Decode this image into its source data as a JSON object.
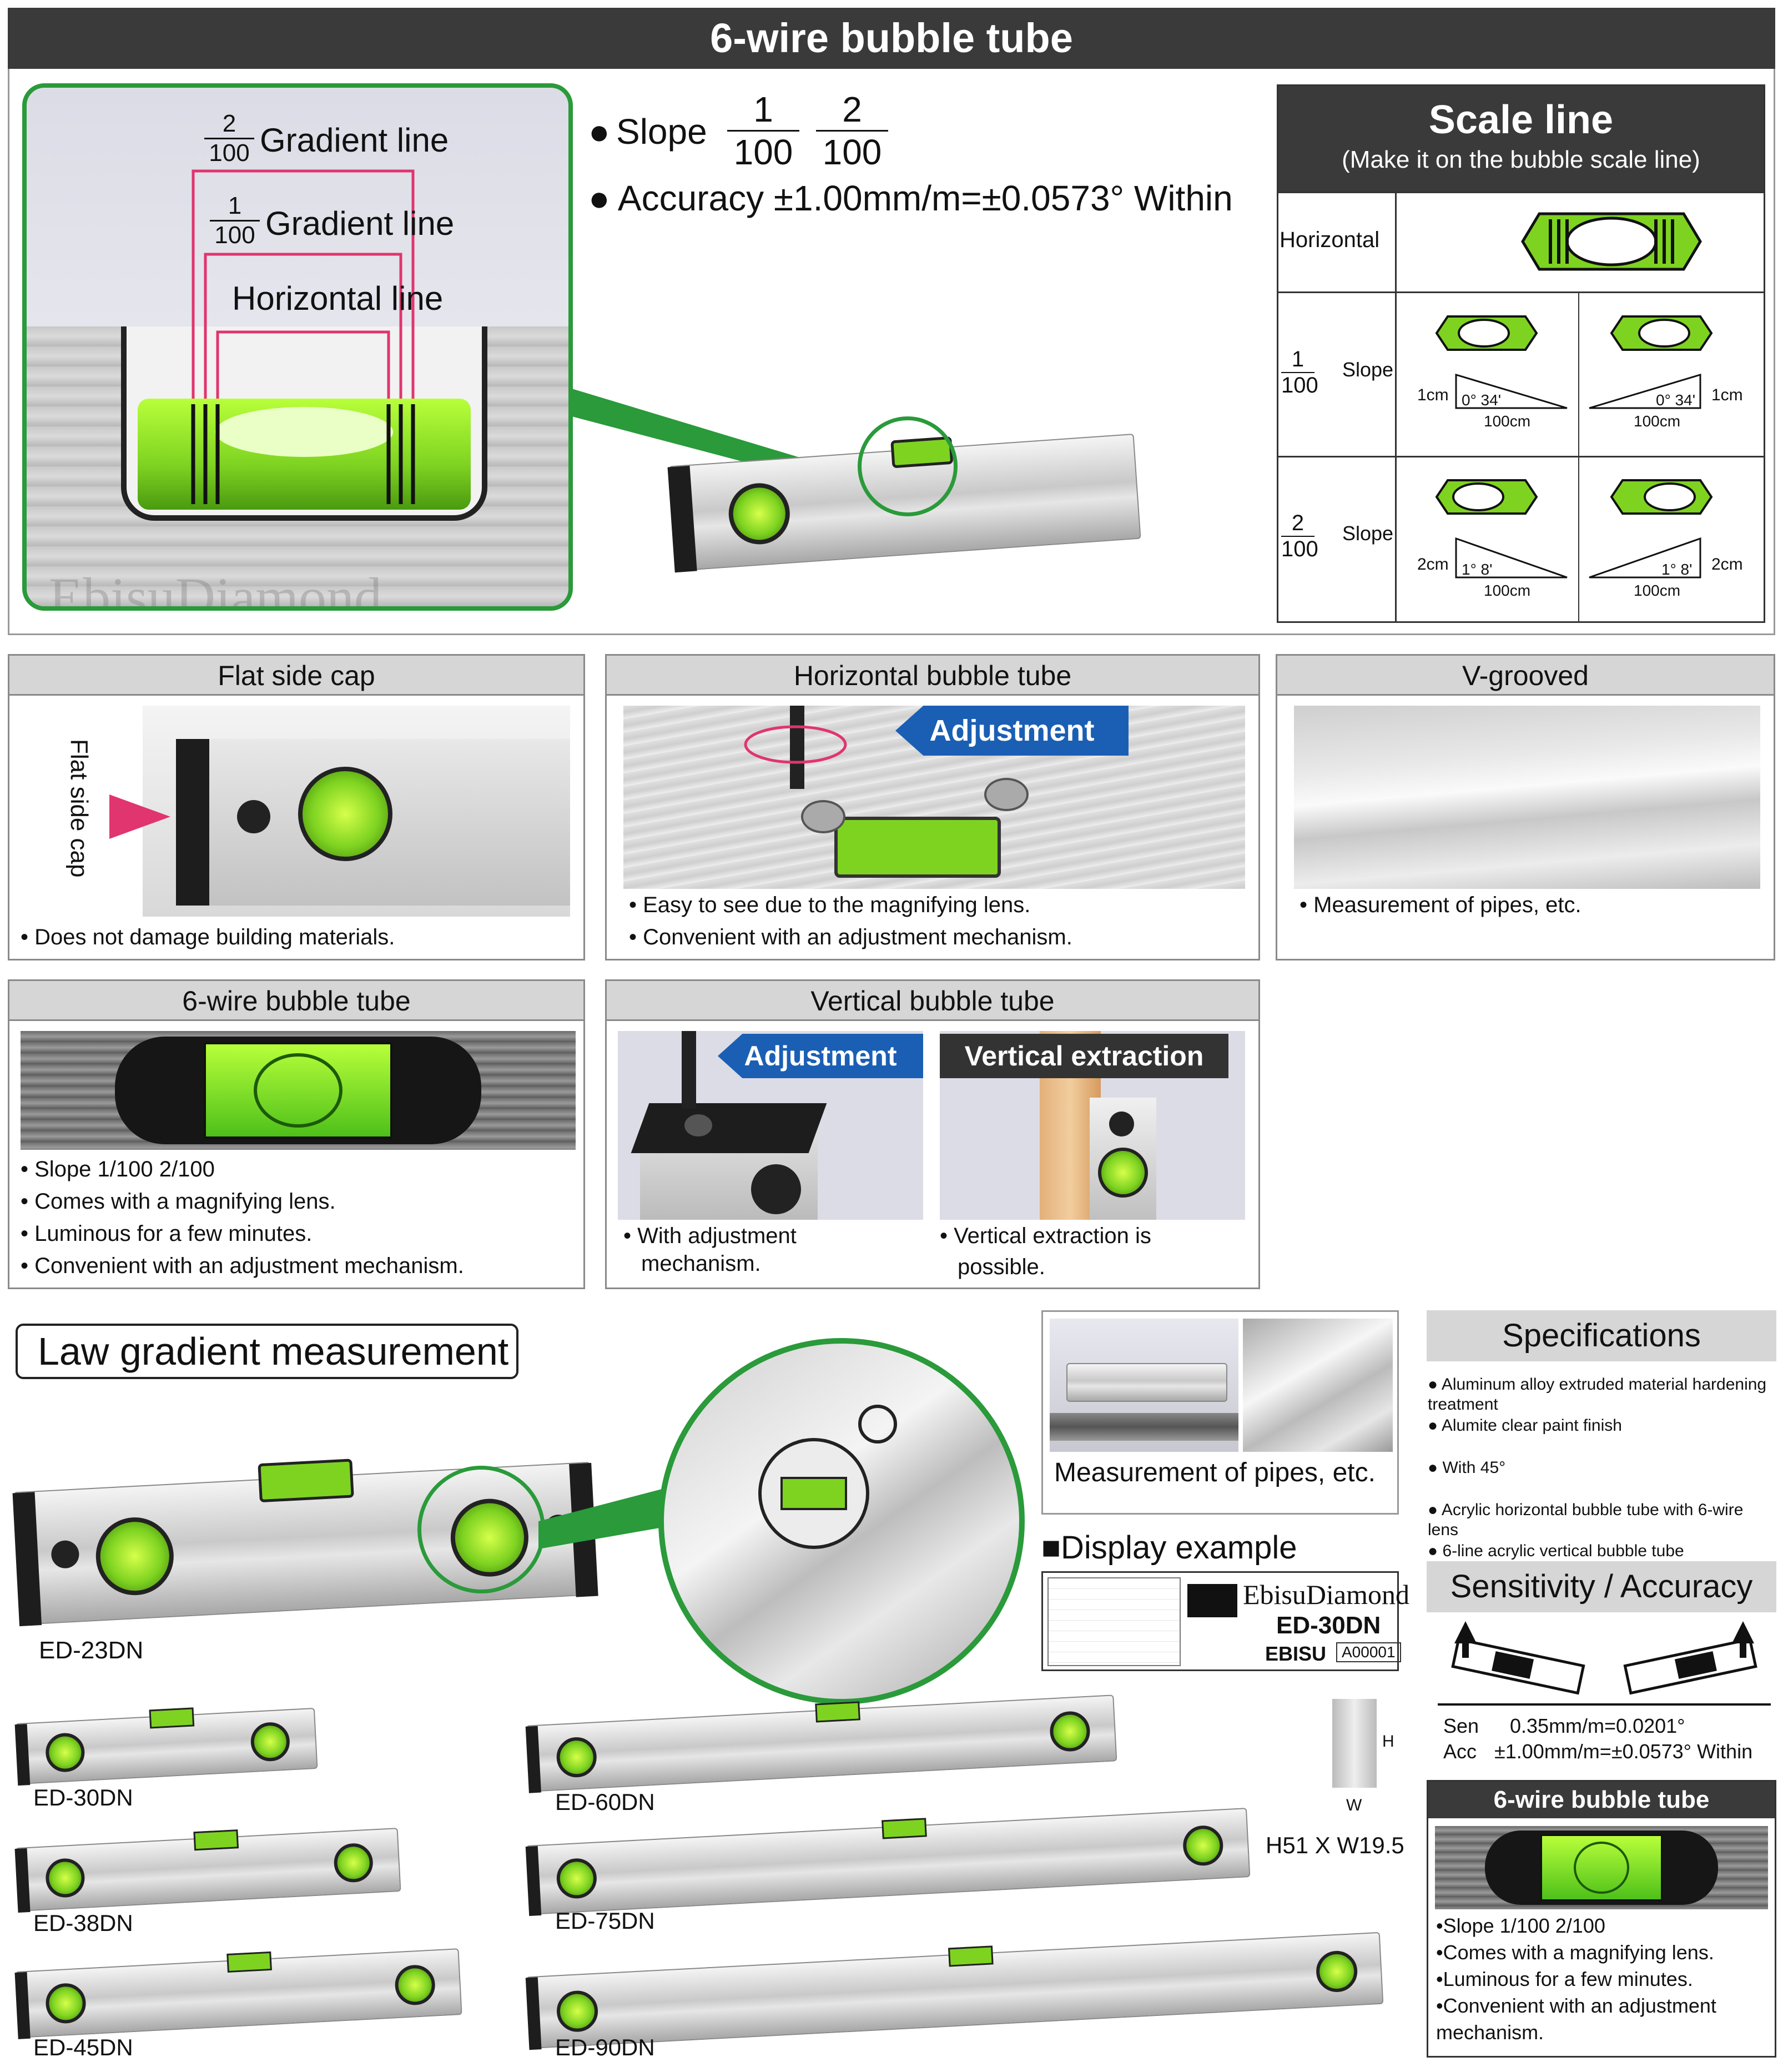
{
  "header": {
    "title": "6-wire bubble tube"
  },
  "top": {
    "gradient2_num": "2",
    "gradient2_den": "100",
    "gradient2_label": "Gradient line",
    "gradient1_num": "1",
    "gradient1_den": "100",
    "gradient1_label": "Gradient line",
    "horizontal_label": "Horizontal line",
    "watermark": "EbisuDiamond",
    "slope_label": "Slope",
    "slope_a_num": "1",
    "slope_a_den": "100",
    "slope_b_num": "2",
    "slope_b_den": "100",
    "accuracy": "Accuracy ±1.00mm/m=±0.0573° Within"
  },
  "scale": {
    "title": "Scale line",
    "subtitle": "(Make it on the bubble scale line)",
    "horizontal": "Horizontal",
    "r1_num": "1",
    "r1_den": "100",
    "r1_slope": "Slope",
    "r1_h": "1cm",
    "r1_angle": "0° 34'",
    "r1_base": "100cm",
    "r2_num": "2",
    "r2_den": "100",
    "r2_slope": "Slope",
    "r2_h": "2cm",
    "r2_angle": "1° 8'",
    "r2_base": "100cm"
  },
  "features": {
    "flat": {
      "title": "Flat side cap",
      "vertical": "Flat side cap",
      "b1": "Does not damage building materials."
    },
    "horiz": {
      "title": "Horizontal bubble tube",
      "tag": "Adjustment",
      "b1": "Easy to see due to the magnifying lens.",
      "b2": "Convenient with an adjustment mechanism."
    },
    "vgroove": {
      "title": "V-grooved",
      "b1": "Measurement of pipes, etc."
    },
    "sixwire": {
      "title": "6-wire bubble tube",
      "b1": "Slope 1/100 2/100",
      "b2": "Comes with a magnifying lens.",
      "b3": "Luminous for a few minutes.",
      "b4": "Convenient with an adjustment mechanism."
    },
    "vert": {
      "title": "Vertical bubble tube",
      "tag1": "Adjustment",
      "tag2": "Vertical extraction",
      "b1a": "With adjustment",
      "b1b": "mechanism.",
      "b2a": "Vertical extraction is",
      "b2b": "possible."
    }
  },
  "law": {
    "title": "Law gradient measurement"
  },
  "pipes": {
    "caption": "Measurement of pipes, etc."
  },
  "display": {
    "title": "■Display example",
    "brand": "EbisuDiamond",
    "model": "ED-30DN",
    "ebisu": "EBISU",
    "code": "A00001"
  },
  "models": [
    "ED-23DN",
    "ED-30DN",
    "ED-38DN",
    "ED-45DN",
    "ED-60DN",
    "ED-75DN",
    "ED-90DN"
  ],
  "dims": {
    "size": "H51 X W19.5",
    "h": "H",
    "w": "W"
  },
  "specs": {
    "title": "Specifications",
    "i1": "Aluminum alloy extruded material hardening treatment",
    "i2": "Alumite clear paint finish",
    "i3": "With 45°",
    "i4": "Acrylic horizontal bubble tube with 6-wire lens",
    "i5": "6-line acrylic vertical bubble tube"
  },
  "sens": {
    "title": "Sensitivity / Accuracy",
    "sen_label": "Sen",
    "sen_val": "0.35mm/m=0.0201°",
    "acc_label": "Acc",
    "acc_val": "±1.00mm/m=±0.0573° Within"
  },
  "side6": {
    "title": "6-wire bubble tube",
    "b1": "Slope 1/100 2/100",
    "b2": "Comes with a magnifying lens.",
    "b3": "Luminous for a few minutes.",
    "b4": "Convenient with an adjustment mechanism."
  },
  "colors": {
    "header_bg": "#3a3a3a",
    "green": "#2a9a3a",
    "pink": "#e0356e",
    "blue_tag": "#1a5fb4",
    "vial": "#7ed321"
  }
}
